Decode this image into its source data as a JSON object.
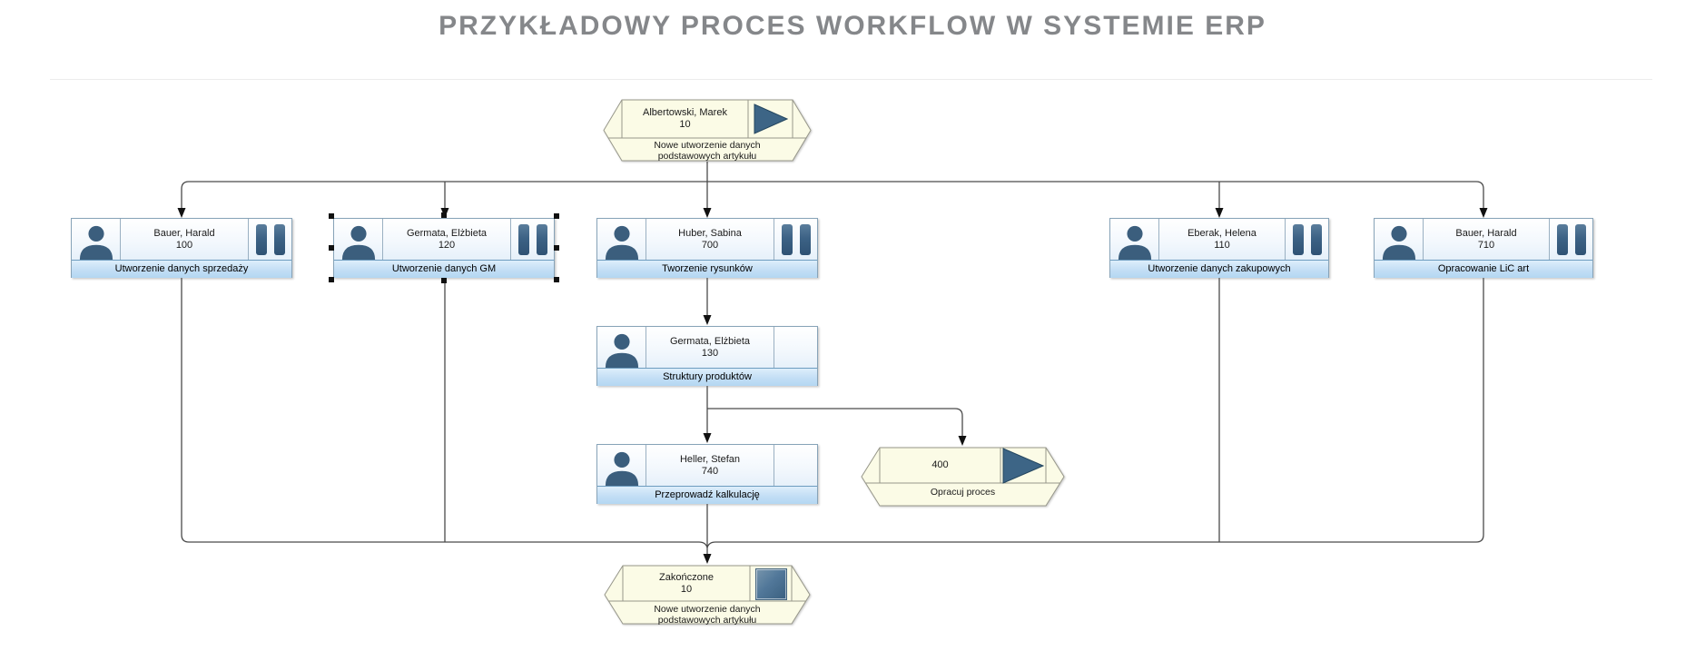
{
  "title": "PRZYKŁADOWY PROCES WORKFLOW W SYSTEMIE ERP",
  "colors": {
    "title_gray": "#85878a",
    "node_blue": "#3b5e7d",
    "task_strip_blue": "#b3d7f2",
    "hexagon_cream": "#fbfbe6",
    "connector_gray": "#4a4a4a",
    "selection_black": "#111111"
  },
  "diagram": {
    "start_node": {
      "id": "start-10",
      "name": "Albertowski, Marek",
      "number": "10",
      "label": "Nowe utworzenie danych podstawowych artykułu",
      "icon": "play-icon"
    },
    "tasks": [
      {
        "id": "task-100",
        "name": "Bauer, Harald",
        "number": "100",
        "label": "Utworzenie danych sprzedaży",
        "status_icon": "pause-icon",
        "selected": false
      },
      {
        "id": "task-120",
        "name": "Germata, Elżbieta",
        "number": "120",
        "label": "Utworzenie danych GM",
        "status_icon": "pause-icon",
        "selected": true
      },
      {
        "id": "task-700",
        "name": "Huber, Sabina",
        "number": "700",
        "label": "Tworzenie rysunków",
        "status_icon": "pause-icon",
        "selected": false
      },
      {
        "id": "task-110",
        "name": "Eberak, Helena",
        "number": "110",
        "label": "Utworzenie danych zakupowych",
        "status_icon": "pause-icon",
        "selected": false
      },
      {
        "id": "task-710",
        "name": "Bauer, Harald",
        "number": "710",
        "label": "Opracowanie LiC art",
        "status_icon": "pause-icon",
        "selected": false
      },
      {
        "id": "task-130",
        "name": "Germata, Elżbieta",
        "number": "130",
        "label": "Struktury produktów",
        "status_icon": "none",
        "selected": false
      },
      {
        "id": "task-740",
        "name": "Heller, Stefan",
        "number": "740",
        "label": "Przeprowadź kalkulację",
        "status_icon": "none",
        "selected": false
      }
    ],
    "process_node": {
      "id": "process-400",
      "number": "400",
      "label": "Opracuj proces",
      "icon": "play-icon"
    },
    "end_node": {
      "id": "end-10",
      "name": "Zakończone",
      "number": "10",
      "label": "Nowe utworzenie danych podstawowych artykułu",
      "icon": "stop-icon"
    },
    "edges": [
      {
        "from": "start-10",
        "to": "task-100"
      },
      {
        "from": "start-10",
        "to": "task-120"
      },
      {
        "from": "start-10",
        "to": "task-700"
      },
      {
        "from": "start-10",
        "to": "task-110"
      },
      {
        "from": "start-10",
        "to": "task-710"
      },
      {
        "from": "task-700",
        "to": "task-130"
      },
      {
        "from": "task-130",
        "to": "task-740"
      },
      {
        "from": "task-130",
        "to": "process-400"
      },
      {
        "from": "task-740",
        "to": "end-10"
      },
      {
        "from": "task-100",
        "to": "end-10"
      },
      {
        "from": "task-120",
        "to": "end-10"
      },
      {
        "from": "task-110",
        "to": "end-10"
      },
      {
        "from": "task-710",
        "to": "end-10"
      }
    ]
  }
}
